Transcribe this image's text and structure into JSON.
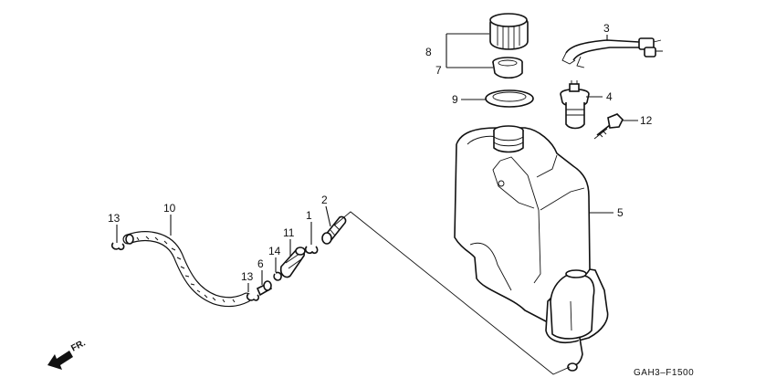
{
  "diagram": {
    "code": "GAH3–F1500",
    "direction_label": "FR.",
    "parts": [
      {
        "id": "p1",
        "label": "1"
      },
      {
        "id": "p2",
        "label": "2"
      },
      {
        "id": "p3",
        "label": "3"
      },
      {
        "id": "p4",
        "label": "4"
      },
      {
        "id": "p5",
        "label": "5"
      },
      {
        "id": "p6",
        "label": "6"
      },
      {
        "id": "p7",
        "label": "7"
      },
      {
        "id": "p8",
        "label": "8"
      },
      {
        "id": "p9",
        "label": "9"
      },
      {
        "id": "p10",
        "label": "10"
      },
      {
        "id": "p11",
        "label": "11"
      },
      {
        "id": "p12",
        "label": "12"
      },
      {
        "id": "p13a",
        "label": "13"
      },
      {
        "id": "p13b",
        "label": "13"
      },
      {
        "id": "p14",
        "label": "14"
      }
    ]
  }
}
